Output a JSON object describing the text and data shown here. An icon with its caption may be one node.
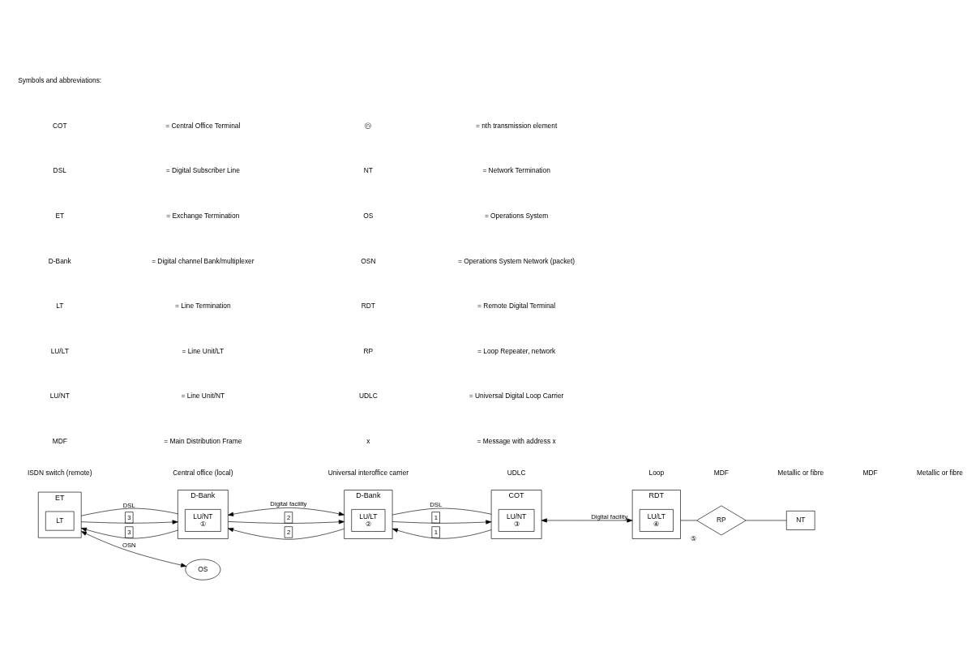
{
  "diagram": {
    "nodes": [
      {
        "text": [
          "ET"
        ]
      },
      {
        "text": [
          "LT"
        ],
        "in": 0
      },
      {
        "text": [
          "D-Bank"
        ]
      },
      {
        "text": [
          "LU/NT",
          "①"
        ],
        "in": 2
      },
      {
        "text": [
          "D-Bank"
        ]
      },
      {
        "text": [
          "LU/LT",
          "②"
        ],
        "in": 4
      },
      {
        "text": [
          "COT"
        ]
      },
      {
        "text": [
          "LU/NT",
          "③"
        ],
        "in": 6
      },
      {
        "text": [
          "RDT"
        ]
      },
      {
        "text": [
          "LU/LT",
          "④"
        ],
        "in": 8
      },
      {
        "text": [
          "RP"
        ],
        "beside": [
          "⑤"
        ]
      },
      {
        "text": [
          "NT"
        ]
      },
      {
        "text": [
          "OS"
        ]
      }
    ],
    "edges": [
      {
        "from": 0,
        "to": 2,
        "arrow": "none",
        "label": "DSL"
      },
      {
        "from": 0,
        "to": 2,
        "arrow": "to",
        "label": "3"
      },
      {
        "from": 2,
        "to": 0,
        "arrow": "to",
        "label": "3"
      },
      {
        "from": 2,
        "to": 4,
        "arrow": "both",
        "label": "Digital facility"
      },
      {
        "from": 2,
        "to": 4,
        "arrow": "to",
        "label": "2"
      },
      {
        "from": 4,
        "to": 2,
        "arrow": "to",
        "label": "2"
      },
      {
        "from": 4,
        "to": 6,
        "arrow": "none",
        "label": "DSL"
      },
      {
        "from": 4,
        "to": 6,
        "arrow": "to",
        "label": "1"
      },
      {
        "from": 6,
        "to": 4,
        "arrow": "to",
        "label": "1"
      },
      {
        "from": 6,
        "to": 8,
        "arrow": "both",
        "label": "Digital facility"
      },
      {
        "from": 8,
        "to": 10,
        "arrow": "none"
      },
      {
        "from": 10,
        "to": 11,
        "arrow": "none"
      },
      {
        "from": 0,
        "to": 12,
        "arrow": "both",
        "label": "OSN"
      }
    ],
    "labels": [
      "ISDN switch (remote)",
      "Central office (local)",
      "Universal interoffice carrier",
      "UDLC",
      "Loop",
      "MDF",
      "Metallic or fibre",
      "MDF",
      "Metallic or fibre",
      "Symbols and abbreviations:",
      "COT",
      "= Central Office Terminal",
      "ⓝ",
      "= nth transmission element",
      "DSL",
      "= Digital Subscriber Line",
      "NT",
      "= Network Termination",
      "ET",
      "= Exchange Termination",
      "OS",
      "= Operations System",
      "D-Bank",
      "= Digital channel Bank/multiplexer",
      "OSN",
      "= Operations System Network (packet)",
      "LT",
      "= Line Termination",
      "RDT",
      "= Remote Digital Terminal",
      "LU/LT",
      "= Line Unit/LT",
      "RP",
      "= Loop Repeater, network",
      "LU/NT",
      "= Line Unit/NT",
      "UDLC",
      "= Universal Digital Loop Carrier",
      "MDF",
      "= Main Distribution Frame",
      "x",
      "= Message with address x"
    ]
  }
}
